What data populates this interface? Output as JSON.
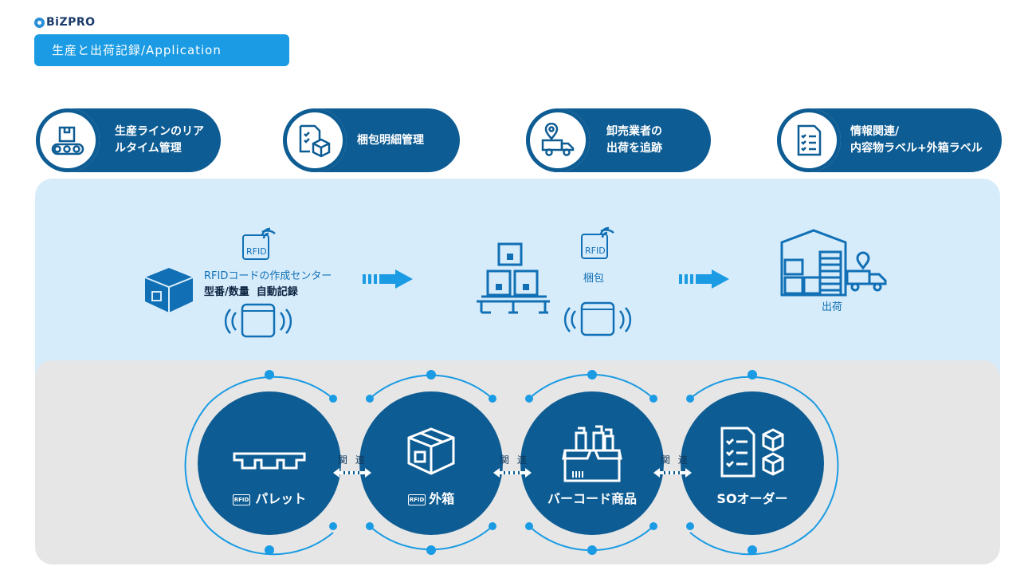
{
  "brand": {
    "logo": "BiZPRO"
  },
  "header": {
    "title": "生産と出荷記録/Application"
  },
  "features": [
    {
      "line1": "生産ラインのリア",
      "line2": "ルタイム管理",
      "icon": "production-line-icon"
    },
    {
      "line1": "梱包明細管理",
      "line2": "",
      "icon": "packing-list-icon"
    },
    {
      "line1": "卸売業者の",
      "line2": "出荷を追跡",
      "icon": "delivery-truck-icon"
    },
    {
      "line1": "情報関連/",
      "line2": "内容物ラベル+外箱ラベル",
      "icon": "checklist-icon"
    }
  ],
  "process": {
    "step1": {
      "rfid": "RFID",
      "title": "RFIDコードの作成センター",
      "subtitle": "型番/数量  自動記録"
    },
    "step2": {
      "rfid": "RFID",
      "title": "梱包"
    },
    "step3": {
      "title": "出荷"
    }
  },
  "relations": {
    "nodes": [
      {
        "label": "パレット",
        "rfid": "RFID"
      },
      {
        "label": "外箱",
        "rfid": "RFID"
      },
      {
        "label": "バーコード商品"
      },
      {
        "label": "SOオーダー"
      }
    ],
    "link_label": "関 連"
  },
  "colors": {
    "primary": "#0d5c93",
    "accent": "#1a9be3",
    "band_blue": "#d7ecfb",
    "band_gray": "#e6e6e6"
  }
}
